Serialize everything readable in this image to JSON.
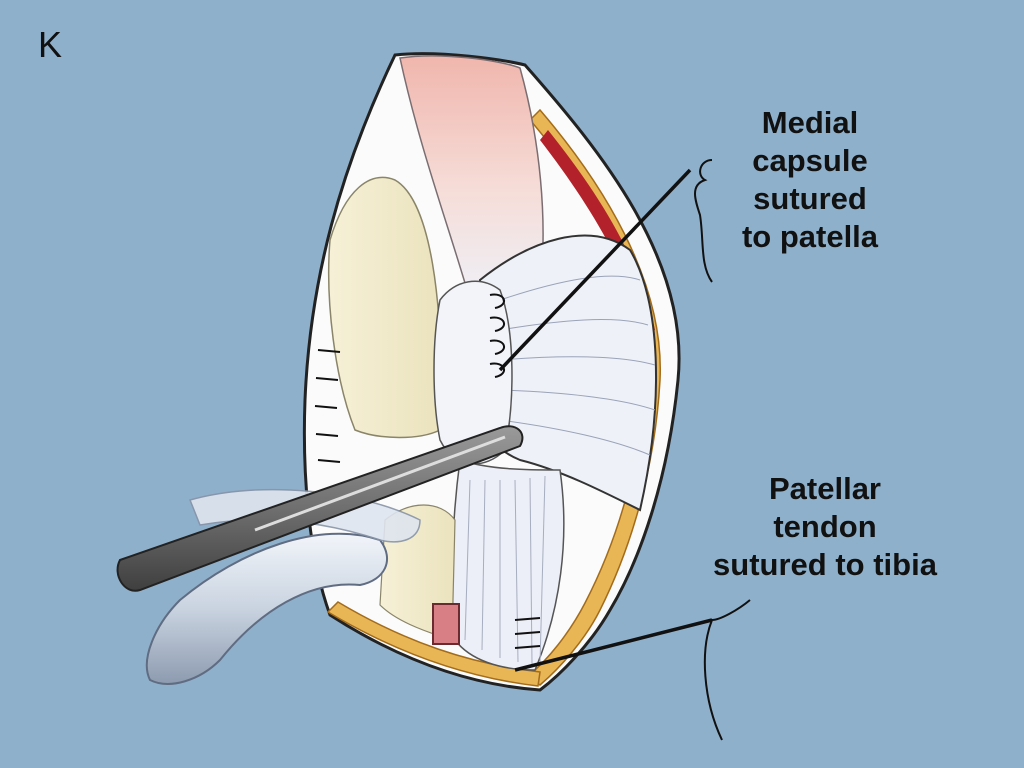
{
  "figure": {
    "panel_letter": "K",
    "labels": {
      "medial_capsule": [
        "Medial",
        "capsule",
        "sutured",
        "to patella"
      ],
      "patellar_tendon": [
        "Patellar",
        "tendon",
        "sutured to tibia"
      ]
    }
  }
}
